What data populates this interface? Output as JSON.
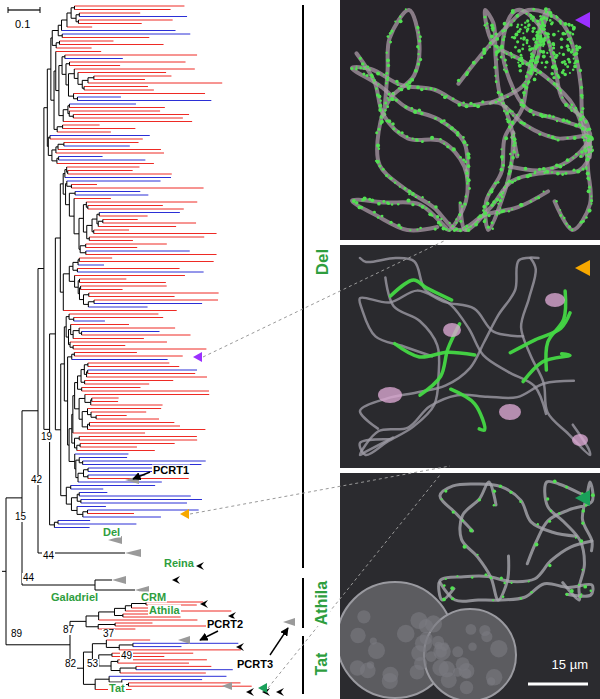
{
  "diagram": {
    "nodes": [
      {
        "text": [
          "15 µm"
        ]
      }
    ],
    "labels": [
      "0.1",
      "Del",
      "19",
      "PCRT1",
      "42",
      "15",
      "Del",
      "44",
      "Reina",
      "44",
      "Galadriel",
      "CRM",
      "Athila",
      "PCRT2",
      "Athila",
      "89",
      "87",
      "37",
      "82",
      "53",
      "49",
      "PCRT3",
      "Tat",
      "Tat"
    ]
  }
}
